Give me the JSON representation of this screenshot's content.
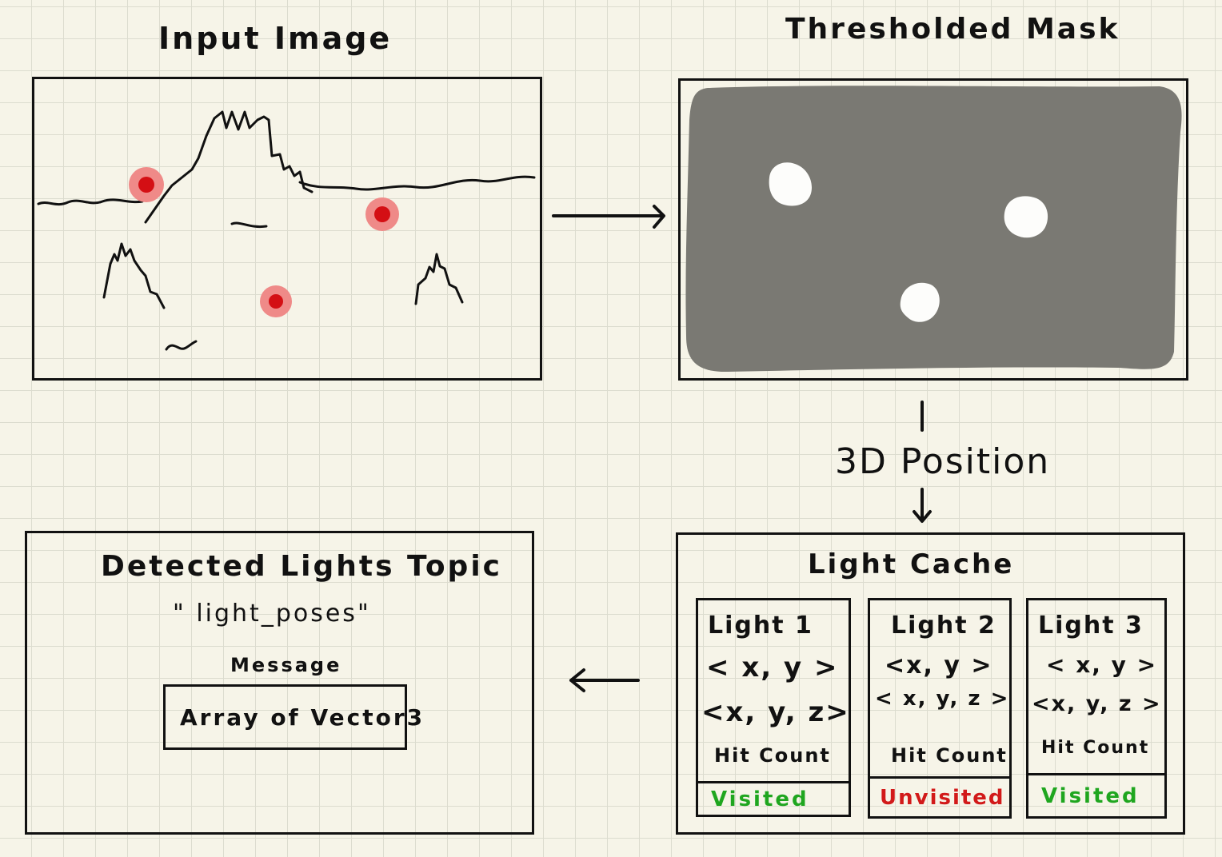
{
  "input_panel": {
    "title": "Input Image"
  },
  "mask_panel": {
    "title": "Thresholded Mask"
  },
  "step_label": "3D Position",
  "cache_panel": {
    "title": "Light Cache",
    "lights": [
      {
        "name": "Light 1",
        "coord2": "< x, y >",
        "coord3": "<x, y, z>",
        "hits": "Hit Count",
        "status": "Visited",
        "status_color": "#1fa61f"
      },
      {
        "name": "Light 2",
        "coord2": "<x, y >",
        "coord3": "< x, y, z >",
        "hits": "Hit Count",
        "status": "Unvisited",
        "status_color": "#d21a1a"
      },
      {
        "name": "Light 3",
        "coord2": "< x, y >",
        "coord3": "<x, y, z >",
        "hits": "Hit Count",
        "status": "Visited",
        "status_color": "#1fa61f"
      }
    ]
  },
  "topic_panel": {
    "title": "Detected Lights Topic",
    "topic": "\" light_poses\"",
    "message_label": "Message",
    "message_type": "Array of Vector3"
  },
  "colors": {
    "mask_fill": "#7a7973",
    "detection_core": "#d40f14",
    "detection_halo": "#ef8a88"
  }
}
